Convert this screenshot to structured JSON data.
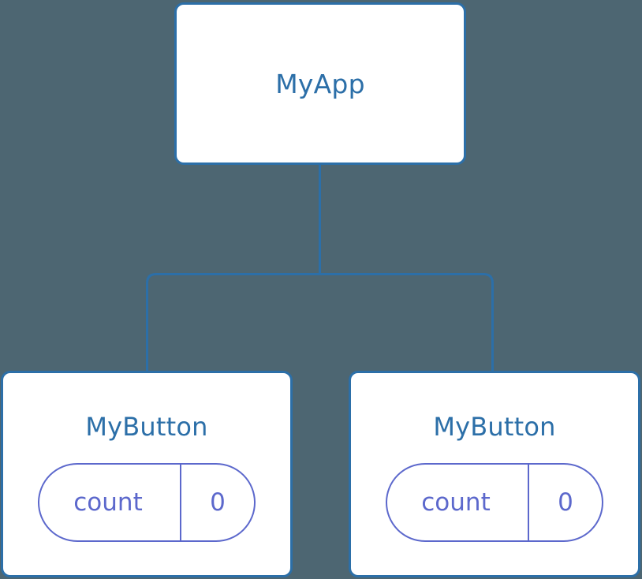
{
  "diagram": {
    "type": "component-tree",
    "background_color": "#4d6672",
    "node_fill": "#ffffff",
    "node_border_color": "#2c6fa8",
    "node_title_color": "#2c6fa8",
    "pill_color": "#5c68cc",
    "edge_color": "#2c6fa8"
  },
  "root": {
    "title": "MyApp"
  },
  "children": [
    {
      "title": "MyButton",
      "state": {
        "key": "count",
        "value": "0"
      }
    },
    {
      "title": "MyButton",
      "state": {
        "key": "count",
        "value": "0"
      }
    }
  ]
}
